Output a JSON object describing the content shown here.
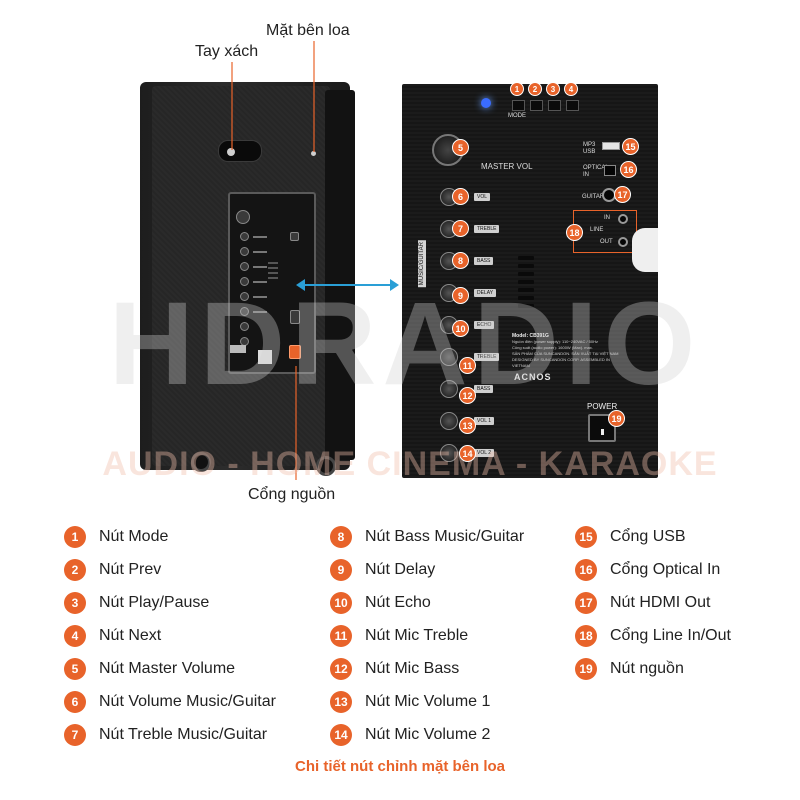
{
  "watermark": {
    "main": "HDRADIO",
    "sub": "AUDIO - HOME CINEMA - KARAOKE"
  },
  "annotations": {
    "side_panel": "Mặt bên loa",
    "handle": "Tay xách",
    "power_port": "Cổng nguồn"
  },
  "panel": {
    "mode_label": "MODE",
    "master_label": "MASTER VOL",
    "side_tag": "MUSIC/GUITAR",
    "controls": [
      "VOL",
      "TREBLE",
      "BASS",
      "DELAY",
      "ECHO",
      "TREBLE",
      "BASS",
      "VOL 1",
      "VOL 2"
    ],
    "ports": {
      "usb": "MP3 USB",
      "optical": "OPTICAL IN",
      "guitar": "GUITAR",
      "line": "LINE",
      "line_in": "IN",
      "line_out": "OUT"
    },
    "spec_model": "Model: CB391G",
    "spec_lines": [
      "Nguồn điện (power supply): 110~240VAC / 50Hz",
      "Công suất (audio power): 1600W (Max). max.",
      "SẢN PHẨM CỦA SUNCANDON. SẢN XUẤT TẠI VIỆT NAM",
      "DESIGNED BY SUNCANDON CORP. ASSEMBLED IN VIETNAM"
    ],
    "brand": "ACNOS",
    "power_label": "POWER"
  },
  "legend": [
    {
      "num": "1",
      "text": "Nút Mode"
    },
    {
      "num": "2",
      "text": "Nút Prev"
    },
    {
      "num": "3",
      "text": "Nút Play/Pause"
    },
    {
      "num": "4",
      "text": "Nút Next"
    },
    {
      "num": "5",
      "text": "Nút Master Volume"
    },
    {
      "num": "6",
      "text": "Nút Volume Music/Guitar"
    },
    {
      "num": "7",
      "text": "Nút Treble Music/Guitar"
    },
    {
      "num": "8",
      "text": "Nút Bass Music/Guitar"
    },
    {
      "num": "9",
      "text": "Nút Delay"
    },
    {
      "num": "10",
      "text": "Nút Echo"
    },
    {
      "num": "11",
      "text": "Nút Mic Treble"
    },
    {
      "num": "12",
      "text": "Nút Mic Bass"
    },
    {
      "num": "13",
      "text": "Nút Mic Volume 1"
    },
    {
      "num": "14",
      "text": "Nút Mic Volume 2"
    },
    {
      "num": "15",
      "text": "Cổng USB"
    },
    {
      "num": "16",
      "text": "Cổng Optical In"
    },
    {
      "num": "17",
      "text": "Nút HDMI Out"
    },
    {
      "num": "18",
      "text": "Cổng Line In/Out"
    },
    {
      "num": "19",
      "text": "Nút nguồn"
    }
  ],
  "caption": "Chi tiết nút chỉnh mặt bên loa",
  "colors": {
    "accent": "#e8632a",
    "arrow": "#2a9fd6",
    "panel": "#1a1a1a"
  }
}
